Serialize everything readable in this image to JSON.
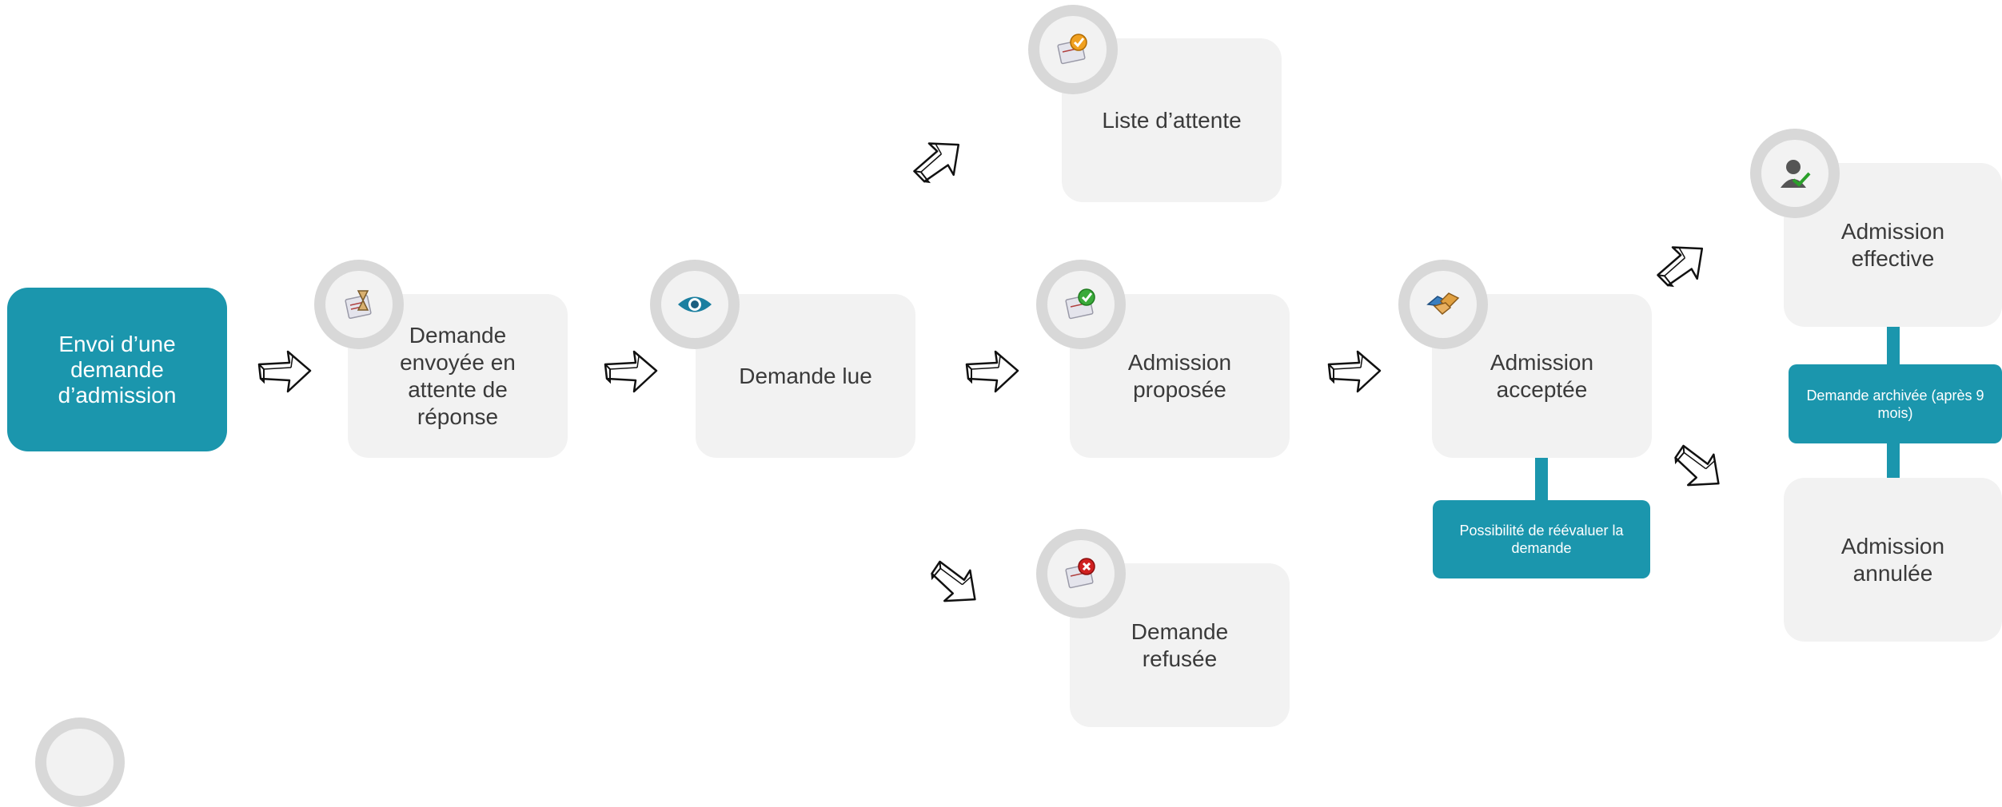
{
  "steps": {
    "envoi": "Envoi d’une demande d’admission",
    "attente_reponse": "Demande envoyée en attente de réponse",
    "lue": "Demande lue",
    "liste_attente": "Liste d’attente",
    "proposee": "Admission proposée",
    "refusee": "Demande refusée",
    "acceptee": "Admission acceptée",
    "effective": "Admission effective",
    "annulee": "Admission annulée"
  },
  "notes": {
    "reevaluer": "Possibilité de réévaluer la demande",
    "archivee": "Demande archivée (après 9 mois)"
  },
  "icons": {
    "attente_reponse": "hourglass-document-icon",
    "lue": "eye-icon",
    "liste_attente": "checklist-icon",
    "proposee": "check-document-icon",
    "refusee": "rejected-document-icon",
    "acceptee": "handshake-icon",
    "effective": "user-check-icon"
  },
  "colors": {
    "accent": "#1b96ad",
    "box": "#f2f2f2",
    "ring": "#d8d8d8",
    "text": "#3a3a3a"
  }
}
